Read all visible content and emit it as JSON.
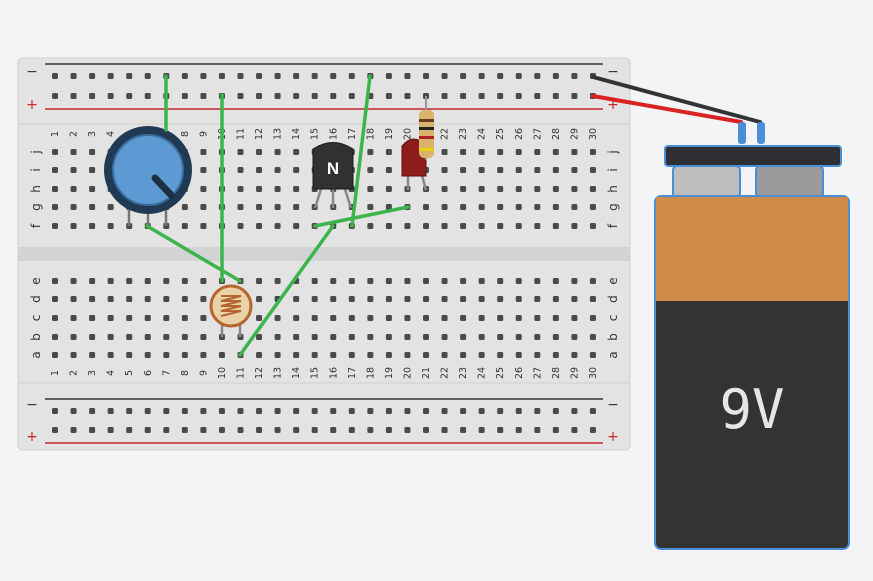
{
  "breadboard": {
    "columns": [
      "1",
      "2",
      "3",
      "4",
      "5",
      "6",
      "7",
      "8",
      "9",
      "10",
      "11",
      "12",
      "13",
      "14",
      "15",
      "16",
      "17",
      "18",
      "19",
      "20",
      "21",
      "22",
      "23",
      "24",
      "25",
      "26",
      "27",
      "28",
      "29",
      "30"
    ],
    "top_rows": [
      "j",
      "i",
      "h",
      "g",
      "f"
    ],
    "bottom_rows": [
      "e",
      "d",
      "c",
      "b",
      "a"
    ],
    "rail_minus": "−",
    "rail_plus": "+"
  },
  "battery": {
    "label": "9V",
    "colors": {
      "top": "#d08a4a",
      "body": "#333333",
      "cap": "#2d2f33"
    }
  },
  "transistor": {
    "label": "N"
  },
  "colors": {
    "wire": "#3cb44b",
    "wire_red": "#d92222",
    "wire_black": "#333333",
    "board": "#e3e3e3",
    "rail_red": "#c62828"
  }
}
